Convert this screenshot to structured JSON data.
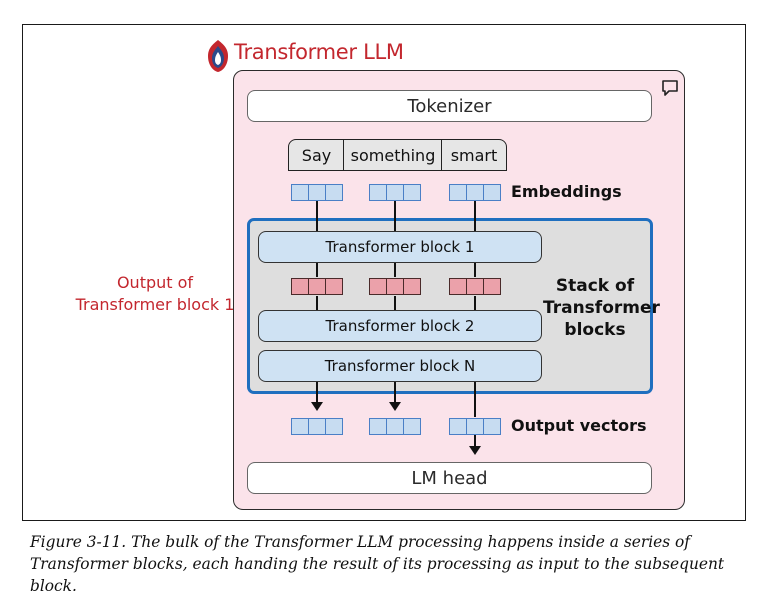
{
  "title": "Transformer LLM",
  "tokenizer_label": "Tokenizer",
  "tokens": [
    "Say",
    "something",
    "smart"
  ],
  "embeddings_label": "Embeddings",
  "blocks": [
    "Transformer block 1",
    "Transformer block 2",
    "Transformer block N"
  ],
  "stack_label": [
    "Stack of",
    "Transformer",
    "blocks"
  ],
  "output_of_label": [
    "Output of",
    "Transformer block 1"
  ],
  "output_vectors_label": "Output vectors",
  "lm_head_label": "LM head",
  "caption": "Figure 3-11. The bulk of the Transformer LLM processing happens inside a series of Transformer blocks, each handing the result of its processing as input to the subsequent block.",
  "colors": {
    "title_red": "#c3272e",
    "pink_bg": "#fbe3ea",
    "stack_border": "#1f6fbf",
    "block_fill": "#cfe2f3",
    "vector_blue": "#c7dcf1",
    "vector_red": "#eba1aa"
  }
}
